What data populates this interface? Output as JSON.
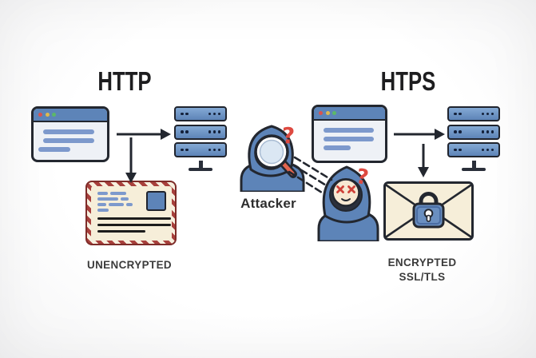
{
  "illustration": {
    "left": {
      "title": "HTTP",
      "caption": "UNENCRYPTED"
    },
    "right": {
      "title": "HTPS",
      "caption_line1": "ENCRYPTED",
      "caption_line2": "SSL/TLS"
    },
    "attacker": {
      "label": "Attacker",
      "question_mark": "?"
    }
  },
  "colors": {
    "background": "#fcfcfd",
    "outline": "#23272f",
    "blue": "#5d84b8",
    "blue_light": "#84a9d4",
    "line_blue": "#7d99cc",
    "panel": "#eef1f6",
    "cream": "#f6eed9",
    "stripe_red": "#a8403c",
    "accent_red": "#de4a41",
    "handle_orange": "#e2654f",
    "text_dark": "#1d1d1f",
    "caption_gray": "#3b3b3b",
    "dot_red": "#d9534f",
    "dot_yellow": "#dfb94e",
    "dot_green": "#5cb868",
    "skin": "#f7e8d2",
    "beard": "#2c313d",
    "lens": "#dbe7f3"
  }
}
